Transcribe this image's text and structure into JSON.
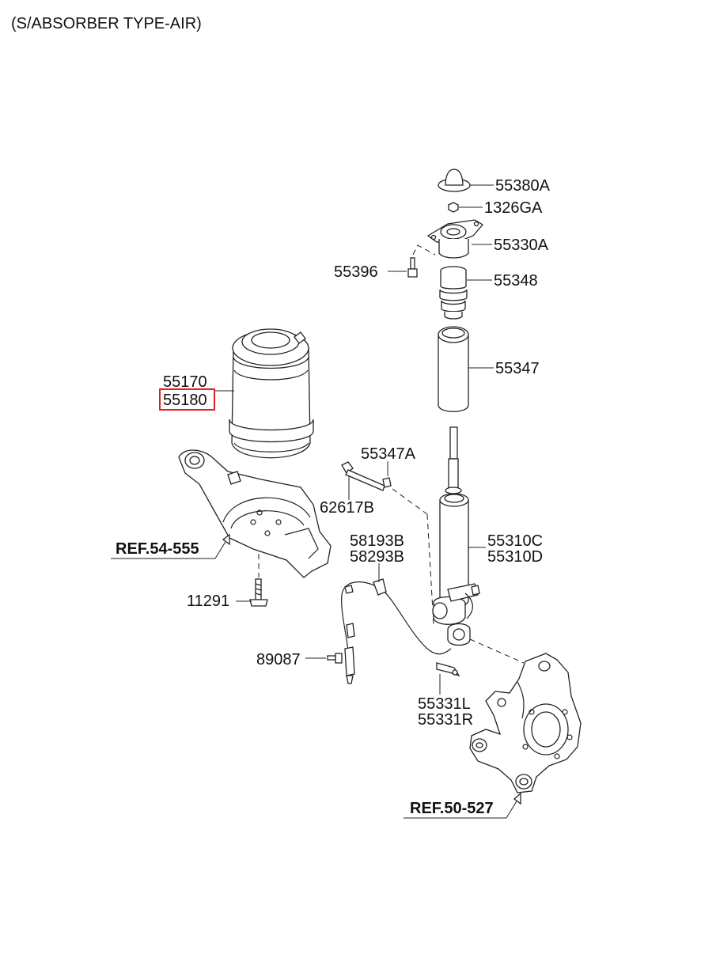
{
  "title": "(S/ABSORBER TYPE-AIR)",
  "highlight_color": "#e02020",
  "parts": {
    "p55380A": "55380A",
    "p1326GA": "1326GA",
    "p55330A": "55330A",
    "p55396": "55396",
    "p55348": "55348",
    "p55347": "55347",
    "p55170": "55170",
    "p55180": "55180",
    "p55347A": "55347A",
    "p62617B": "62617B",
    "p58193B": "58193B",
    "p58293B": "58293B",
    "p55310C": "55310C",
    "p55310D": "55310D",
    "p11291": "11291",
    "p89087": "89087",
    "p55331L": "55331L",
    "p55331R": "55331R"
  },
  "refs": {
    "ref_arm": "REF.54-555",
    "ref_knuckle": "REF.50-527"
  },
  "highlighted_part": "55180"
}
